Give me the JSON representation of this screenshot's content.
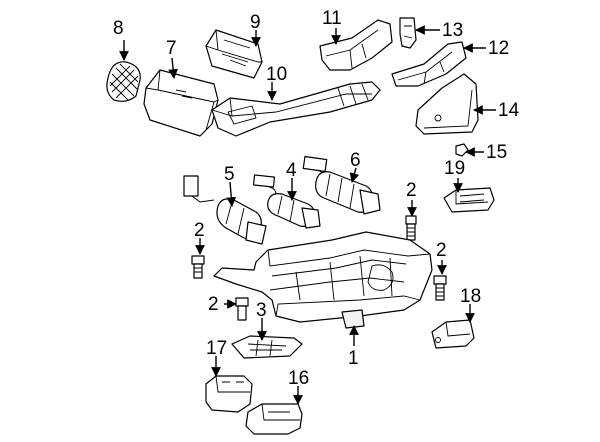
{
  "callouts": [
    {
      "id": "1",
      "label": "1"
    },
    {
      "id": "2a",
      "label": "2"
    },
    {
      "id": "2b",
      "label": "2"
    },
    {
      "id": "2c",
      "label": "2"
    },
    {
      "id": "2d",
      "label": "2"
    },
    {
      "id": "3",
      "label": "3"
    },
    {
      "id": "4",
      "label": "4"
    },
    {
      "id": "5",
      "label": "5"
    },
    {
      "id": "6",
      "label": "6"
    },
    {
      "id": "7",
      "label": "7"
    },
    {
      "id": "8",
      "label": "8"
    },
    {
      "id": "9",
      "label": "9"
    },
    {
      "id": "10",
      "label": "10"
    },
    {
      "id": "11",
      "label": "11"
    },
    {
      "id": "12",
      "label": "12"
    },
    {
      "id": "13",
      "label": "13"
    },
    {
      "id": "14",
      "label": "14"
    },
    {
      "id": "15",
      "label": "15"
    },
    {
      "id": "16",
      "label": "16"
    },
    {
      "id": "17",
      "label": "17"
    },
    {
      "id": "18",
      "label": "18"
    },
    {
      "id": "19",
      "label": "19"
    }
  ]
}
